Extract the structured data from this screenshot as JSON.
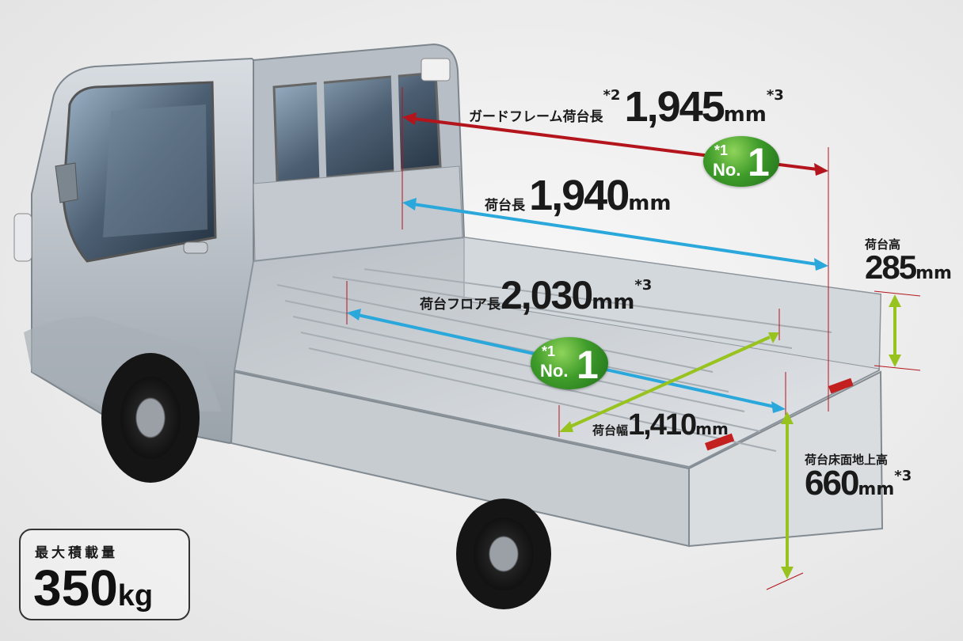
{
  "dimensions": {
    "guard_frame_length": {
      "label": "ガードフレーム荷台長",
      "note": "*2",
      "value": "1,945",
      "unit": "mm",
      "note_after": "*3"
    },
    "bed_length": {
      "label": "荷台長",
      "value": "1,940",
      "unit": "mm"
    },
    "bed_height": {
      "label": "荷台高",
      "value": "285",
      "unit": "mm"
    },
    "floor_length": {
      "label": "荷台フロア長",
      "value": "2,030",
      "unit": "mm",
      "note_after": "*3"
    },
    "bed_width": {
      "label": "荷台幅",
      "value": "1,410",
      "unit": "mm"
    },
    "floor_ground_height": {
      "label": "荷台床面地上高",
      "value": "660",
      "unit": "mm",
      "note_after": "*3"
    }
  },
  "badges": [
    {
      "asterisk": "*1",
      "no": "No.",
      "rank": "1"
    },
    {
      "asterisk": "*1",
      "no": "No.",
      "rank": "1"
    }
  ],
  "payload": {
    "label": "最大積載量",
    "value": "350",
    "unit": "kg"
  },
  "colors": {
    "guard_frame_arrow": "#b4141c",
    "bed_length_arrow": "#2aa8dc",
    "floor_length_arrow": "#2aa8dc",
    "width_height_arrows": "#98c31e",
    "badge_green": "#3f9c2a"
  }
}
